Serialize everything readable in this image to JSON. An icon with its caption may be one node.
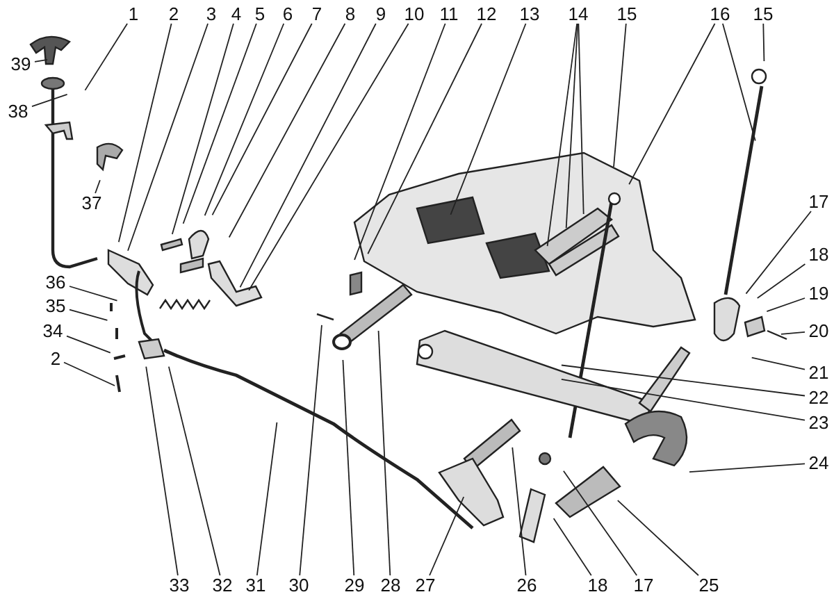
{
  "diagram": {
    "nodes": [
      {
        "text": [
          "1"
        ]
      },
      {
        "text": [
          "2"
        ]
      },
      {
        "text": [
          "3"
        ]
      },
      {
        "text": [
          "4"
        ]
      },
      {
        "text": [
          "5"
        ]
      },
      {
        "text": [
          "6"
        ]
      },
      {
        "text": [
          "7"
        ]
      },
      {
        "text": [
          "8"
        ]
      },
      {
        "text": [
          "9"
        ]
      },
      {
        "text": [
          "10"
        ]
      },
      {
        "text": [
          "11"
        ]
      },
      {
        "text": [
          "12"
        ]
      },
      {
        "text": [
          "13"
        ]
      },
      {
        "text": [
          "14"
        ]
      },
      {
        "text": [
          "15"
        ]
      },
      {
        "text": [
          "16"
        ]
      },
      {
        "text": [
          "15"
        ]
      },
      {
        "text": [
          "39"
        ]
      },
      {
        "text": [
          "38"
        ]
      },
      {
        "text": [
          "37"
        ]
      },
      {
        "text": [
          "36"
        ]
      },
      {
        "text": [
          "35"
        ]
      },
      {
        "text": [
          "34"
        ]
      },
      {
        "text": [
          "2"
        ]
      },
      {
        "text": [
          "17"
        ]
      },
      {
        "text": [
          "18"
        ]
      },
      {
        "text": [
          "19"
        ]
      },
      {
        "text": [
          "20"
        ]
      },
      {
        "text": [
          "21"
        ]
      },
      {
        "text": [
          "22"
        ]
      },
      {
        "text": [
          "23"
        ]
      },
      {
        "text": [
          "24"
        ]
      },
      {
        "text": [
          "33"
        ]
      },
      {
        "text": [
          "32"
        ]
      },
      {
        "text": [
          "31"
        ]
      },
      {
        "text": [
          "30"
        ]
      },
      {
        "text": [
          "29"
        ]
      },
      {
        "text": [
          "28"
        ]
      },
      {
        "text": [
          "27"
        ]
      },
      {
        "text": [
          "26"
        ]
      },
      {
        "text": [
          "18"
        ]
      },
      {
        "text": [
          "17"
        ]
      },
      {
        "text": [
          "25"
        ]
      }
    ],
    "edges": [
      {
        "from": 0,
        "to": null,
        "arrow": "none"
      },
      {
        "from": 1,
        "to": null,
        "arrow": "none"
      },
      {
        "from": 2,
        "to": null,
        "arrow": "none"
      },
      {
        "from": 3,
        "to": null,
        "arrow": "none"
      },
      {
        "from": 4,
        "to": null,
        "arrow": "none"
      },
      {
        "from": 5,
        "to": null,
        "arrow": "none"
      },
      {
        "from": 6,
        "to": null,
        "arrow": "none"
      },
      {
        "from": 7,
        "to": null,
        "arrow": "none"
      },
      {
        "from": 8,
        "to": null,
        "arrow": "none"
      },
      {
        "from": 9,
        "to": null,
        "arrow": "none"
      },
      {
        "from": 10,
        "to": null,
        "arrow": "none"
      },
      {
        "from": 11,
        "to": null,
        "arrow": "none"
      },
      {
        "from": 12,
        "to": null,
        "arrow": "none"
      },
      {
        "from": 13,
        "to": null,
        "arrow": "none"
      },
      {
        "from": 13,
        "to": null,
        "arrow": "none"
      },
      {
        "from": 13,
        "to": null,
        "arrow": "none"
      },
      {
        "from": 14,
        "to": null,
        "arrow": "none"
      },
      {
        "from": 15,
        "to": null,
        "arrow": "none"
      },
      {
        "from": 15,
        "to": null,
        "arrow": "none"
      },
      {
        "from": 16,
        "to": null,
        "arrow": "none"
      },
      {
        "from": 17,
        "to": null,
        "arrow": "none"
      },
      {
        "from": 18,
        "to": null,
        "arrow": "none"
      },
      {
        "from": 19,
        "to": null,
        "arrow": "none"
      },
      {
        "from": 20,
        "to": null,
        "arrow": "none"
      },
      {
        "from": 21,
        "to": null,
        "arrow": "none"
      },
      {
        "from": 22,
        "to": null,
        "arrow": "none"
      },
      {
        "from": 23,
        "to": null,
        "arrow": "none"
      },
      {
        "from": 24,
        "to": null,
        "arrow": "none"
      },
      {
        "from": 25,
        "to": null,
        "arrow": "none"
      },
      {
        "from": 26,
        "to": null,
        "arrow": "none"
      },
      {
        "from": 27,
        "to": null,
        "arrow": "none"
      },
      {
        "from": 28,
        "to": null,
        "arrow": "none"
      },
      {
        "from": 29,
        "to": null,
        "arrow": "none"
      },
      {
        "from": 30,
        "to": null,
        "arrow": "none"
      },
      {
        "from": 31,
        "to": null,
        "arrow": "none"
      },
      {
        "from": 32,
        "to": null,
        "arrow": "none"
      },
      {
        "from": 33,
        "to": null,
        "arrow": "none"
      },
      {
        "from": 34,
        "to": null,
        "arrow": "none"
      },
      {
        "from": 35,
        "to": null,
        "arrow": "none"
      },
      {
        "from": 36,
        "to": null,
        "arrow": "none"
      },
      {
        "from": 37,
        "to": null,
        "arrow": "none"
      },
      {
        "from": 38,
        "to": null,
        "arrow": "none"
      },
      {
        "from": 39,
        "to": null,
        "arrow": "none"
      },
      {
        "from": 40,
        "to": null,
        "arrow": "none"
      },
      {
        "from": 41,
        "to": null,
        "arrow": "none"
      },
      {
        "from": 42,
        "to": null,
        "arrow": "none"
      }
    ]
  }
}
